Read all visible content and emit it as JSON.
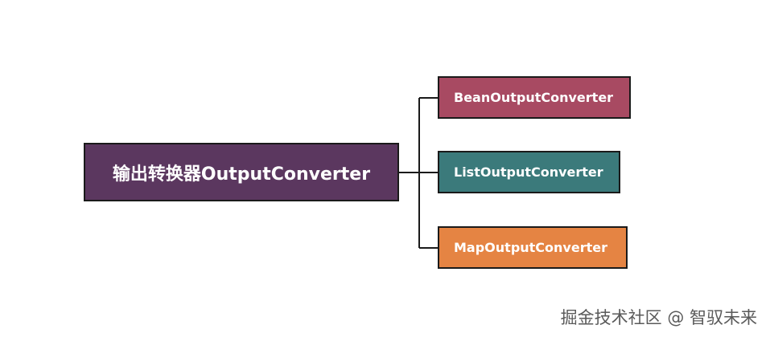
{
  "diagram": {
    "root": {
      "label": "输出转换器OutputConverter",
      "color": "#5b375f"
    },
    "children": [
      {
        "label": "BeanOutputConverter",
        "color": "#a84a62"
      },
      {
        "label": "ListOutputConverter",
        "color": "#3b7a7b"
      },
      {
        "label": "MapOutputConverter",
        "color": "#e58443"
      }
    ],
    "edges": [
      {
        "from": "输出转换器OutputConverter",
        "to": "BeanOutputConverter"
      },
      {
        "from": "输出转换器OutputConverter",
        "to": "ListOutputConverter"
      },
      {
        "from": "输出转换器OutputConverter",
        "to": "MapOutputConverter"
      }
    ]
  },
  "watermark": "掘金技术社区 @ 智驭未来"
}
